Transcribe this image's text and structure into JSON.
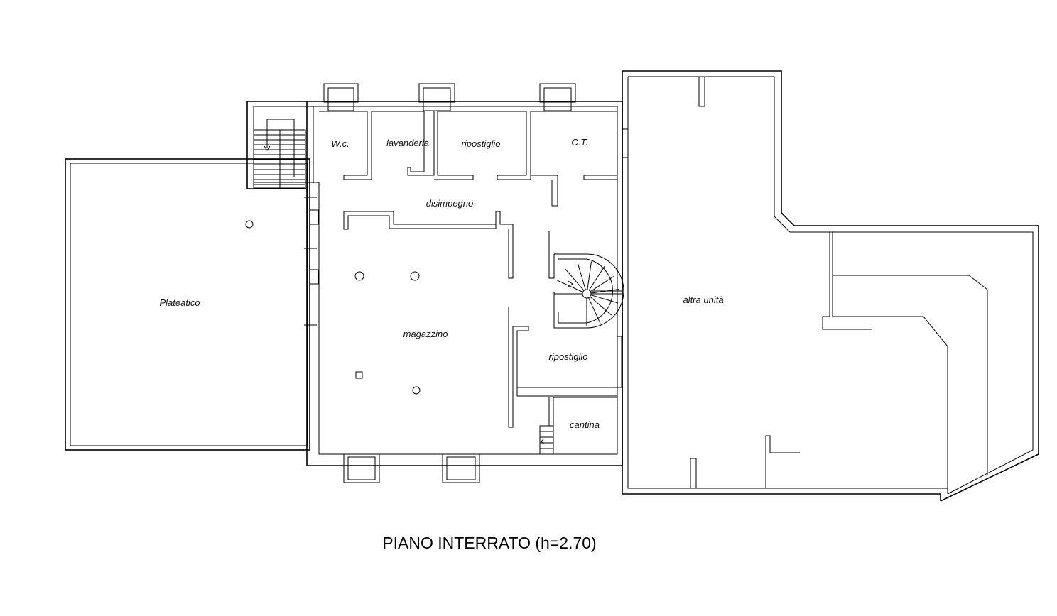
{
  "title": "PIANO INTERRATO (h=2.70)",
  "rooms": {
    "wc": "W.c.",
    "lavanderia": "lavanderia",
    "ripostiglio_top": "ripostiglio",
    "ct": "C.T.",
    "disimpegno": "disimpegno",
    "plateatico": "Plateatico",
    "magazzino": "magazzino",
    "ripostiglio_mid": "ripostiglio",
    "cantina": "cantina",
    "altra_unita": "altra unità"
  },
  "colors": {
    "line": "#000000",
    "background": "#ffffff"
  }
}
